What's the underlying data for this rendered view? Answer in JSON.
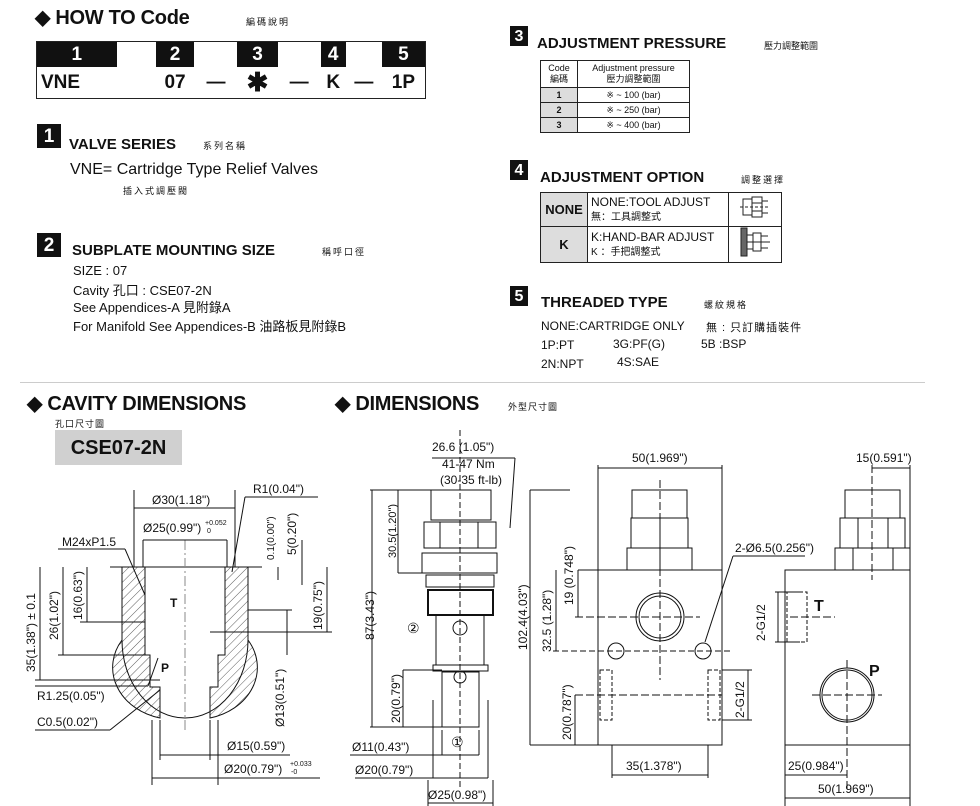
{
  "how_to": {
    "title": "HOW TO  Code",
    "title_zh": "編碼說明",
    "positions": [
      "1",
      "2",
      "3",
      "4",
      "5"
    ],
    "values": [
      "VNE",
      "07",
      "✱",
      "K",
      "1P"
    ]
  },
  "sections": {
    "s1": {
      "num": "1",
      "title": "VALVE SERIES",
      "title_zh": "系列名稱",
      "line": "VNE= Cartridge Type Relief  Valves",
      "line_zh": "插入式調壓閥"
    },
    "s2": {
      "num": "2",
      "title": "SUBPLATE MOUNTING SIZE",
      "title_zh": "稱呼口徑",
      "lines": [
        "SIZE : 07",
        "Cavity 孔口 : CSE07-2N",
        "See Appendices-A  見附錄A",
        "For Manifold See Appendices-B  油路板見附錄B"
      ]
    },
    "s3": {
      "num": "3",
      "title": "ADJUSTMENT PRESSURE",
      "title_zh": "壓力調整範圍",
      "header": {
        "code": "Code",
        "code_zh": "編碼",
        "pressure": "Adjustment pressure",
        "pressure_zh": "壓力調整範圍"
      },
      "rows": [
        {
          "code": "1",
          "value": "※ ~ 100 (bar)"
        },
        {
          "code": "2",
          "value": "※ ~ 250 (bar)"
        },
        {
          "code": "3",
          "value": "※ ~ 400 (bar)"
        }
      ]
    },
    "s4": {
      "num": "4",
      "title": "ADJUSTMENT OPTION",
      "title_zh": "調整選擇",
      "rows": [
        {
          "code": "NONE",
          "label": "NONE:TOOL ADJUST",
          "label_zh": "無：工具調整式",
          "icon": "tool-adjust-icon"
        },
        {
          "code": "K",
          "label": "K:HAND-BAR ADJUST",
          "label_zh": "K ：手把調整式",
          "icon": "hand-bar-adjust-icon"
        }
      ]
    },
    "s5": {
      "num": "5",
      "title": "THREADED TYPE",
      "title_zh": "螺紋規格",
      "none": "NONE:CARTRIDGE ONLY",
      "none_zh": "無 : 只訂購插裝件",
      "codes": [
        "1P:PT",
        "3G:PF(G)",
        "5B :BSP",
        "2N:NPT",
        "4S:SAE"
      ]
    }
  },
  "cavity": {
    "title": "CAVITY DIMENSIONS",
    "title_zh": "孔口尺寸圖",
    "code": "CSE07-2N",
    "labels": {
      "d30": "Ø30(1.18\")",
      "d25": "Ø25(0.99\")",
      "d25_tol": "+0.052",
      "d25_tol2": "0",
      "r1": "R1(0.04\")",
      "thread": "M24xP1.5",
      "h01": "0.1(0.00\")",
      "h5": "5(0.20\")",
      "h35": "35(1.38\") ± 0.1",
      "h26": "26(1.02\")",
      "h16": "16(0.63\")",
      "h19": "19(0.75\")",
      "d13": "Ø13(0.51\")",
      "r125": "R1.25(0.05\")",
      "c05": "C0.5(0.02\")",
      "d15": "Ø15(0.59\")",
      "d20": "Ø20(0.79\")",
      "d20_tol": "+0.033",
      "d20_tol2": "-0",
      "port_t": "T",
      "port_p": "P"
    }
  },
  "dimensions": {
    "title": "DIMENSIONS",
    "title_zh": "外型尺寸圖",
    "cartridge": {
      "hex": "26.6 (1.05\")",
      "torque": "41-47 Nm",
      "torque_ft": "(30-35 ft-lb)",
      "h305": "30.5(1.20\")",
      "h87": "87(3.43\")",
      "port2": "②",
      "h20": "20(0.79\")",
      "port1": "①",
      "d11": "Ø11(0.43\")",
      "d20": "Ø20(0.79\")",
      "d25": "Ø25(0.98\")"
    },
    "block": {
      "h1024": "102.4(4.03\")",
      "w50": "50(1.969\")",
      "h19": "19 (0.748\")",
      "h325": "32.5 (1.28\")",
      "holes": "2-Ø6.5(0.256\")",
      "h20": "20(0.787\")",
      "g12": "2-G1/2",
      "w35": "35(1.378\")"
    },
    "side": {
      "w15": "15(0.591\")",
      "port_t": "T",
      "g12": "2-G1/2",
      "port_p": "P",
      "w25": "25(0.984\")",
      "w50": "50(1.969\")"
    }
  }
}
